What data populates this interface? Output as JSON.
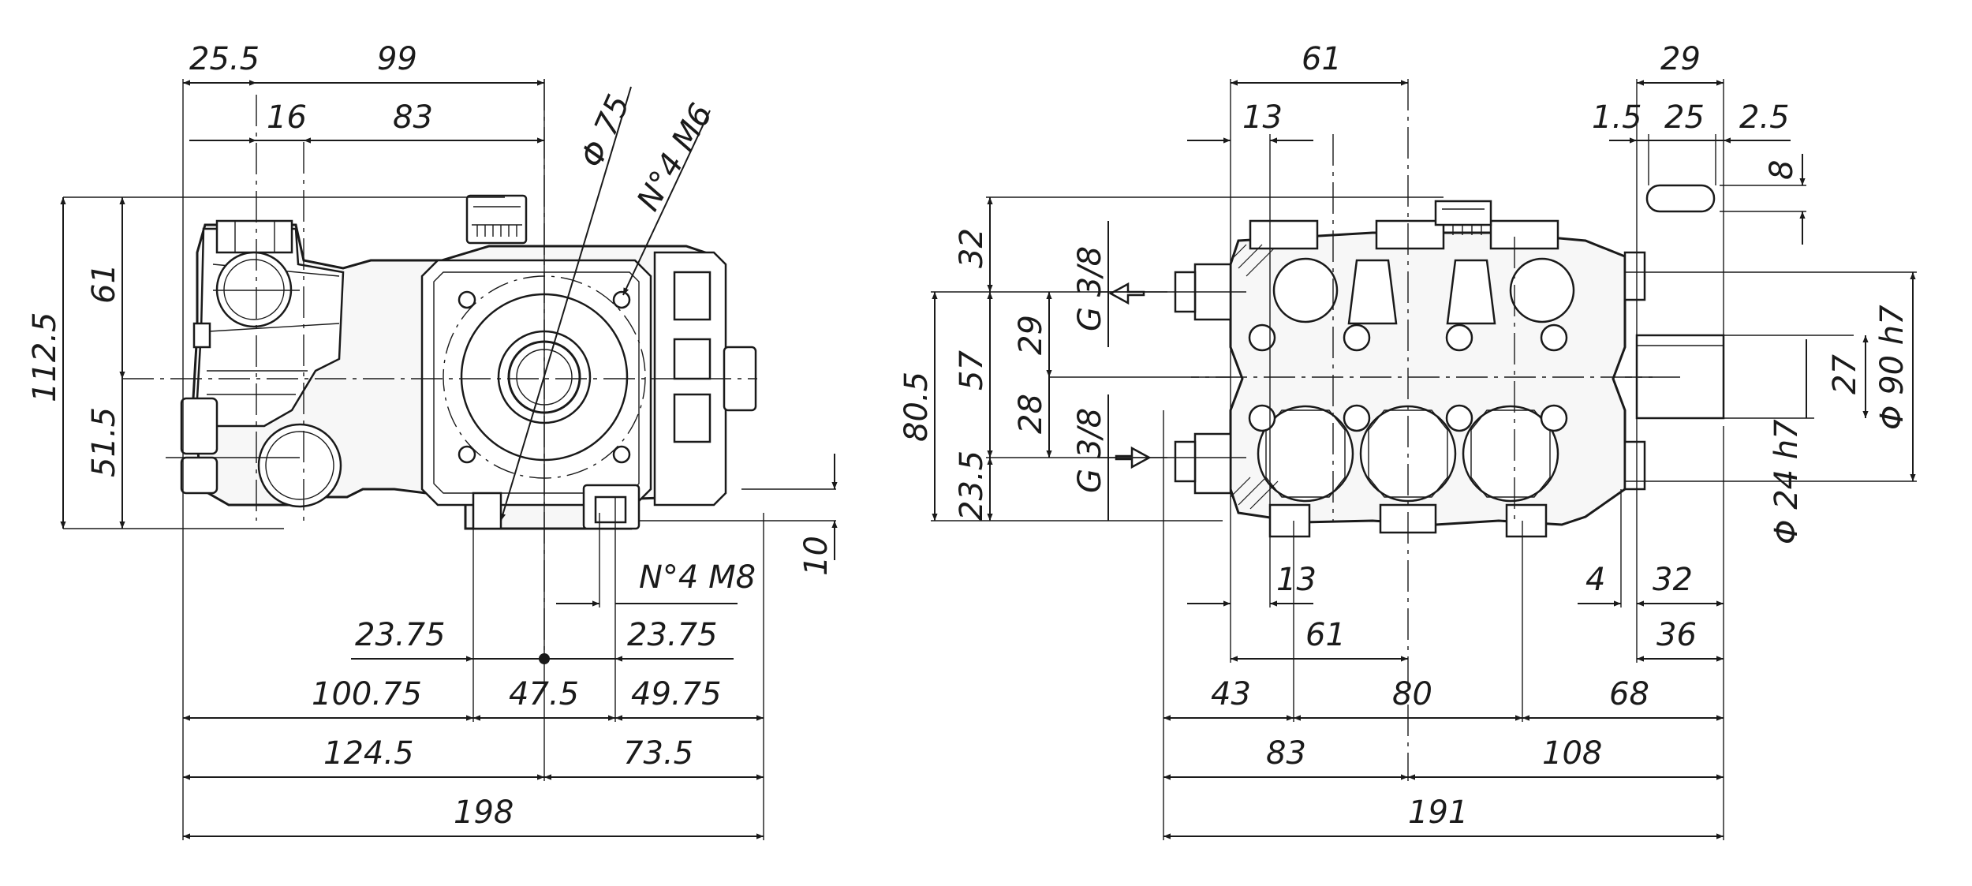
{
  "drawing": {
    "left_view": {
      "dim_top": [
        "25.5",
        "99",
        "16",
        "83"
      ],
      "dim_diag": [
        "Φ 75",
        "N°4 M6"
      ],
      "dim_left": [
        "112.5",
        "61",
        "51.5"
      ],
      "dim_right": [
        "10"
      ],
      "thread_label": "N°4 M8",
      "dim_bottom_row1": [
        "23.75",
        "23.75"
      ],
      "dim_bottom_row2": [
        "100.75",
        "47.5",
        "49.75"
      ],
      "dim_bottom_row3": [
        "124.5",
        "73.5"
      ],
      "dim_total": "198"
    },
    "right_view": {
      "dim_top": [
        "61",
        "13",
        "29",
        "1.5",
        "25",
        "2.5",
        "8"
      ],
      "dim_left": [
        "32",
        "80.5",
        "57",
        "23.5",
        "29",
        "28"
      ],
      "port_labels": [
        "G 3/8",
        "G 3/8"
      ],
      "dim_right": [
        "27",
        "Φ 90 h7",
        "Φ 24 h7"
      ],
      "dim_bottom_row1": [
        "13",
        "4",
        "32"
      ],
      "dim_bottom_row2": [
        "61",
        "36"
      ],
      "dim_bottom_row3": [
        "43",
        "80",
        "68"
      ],
      "dim_bottom_row4": [
        "83",
        "108"
      ],
      "dim_total": "191"
    }
  }
}
